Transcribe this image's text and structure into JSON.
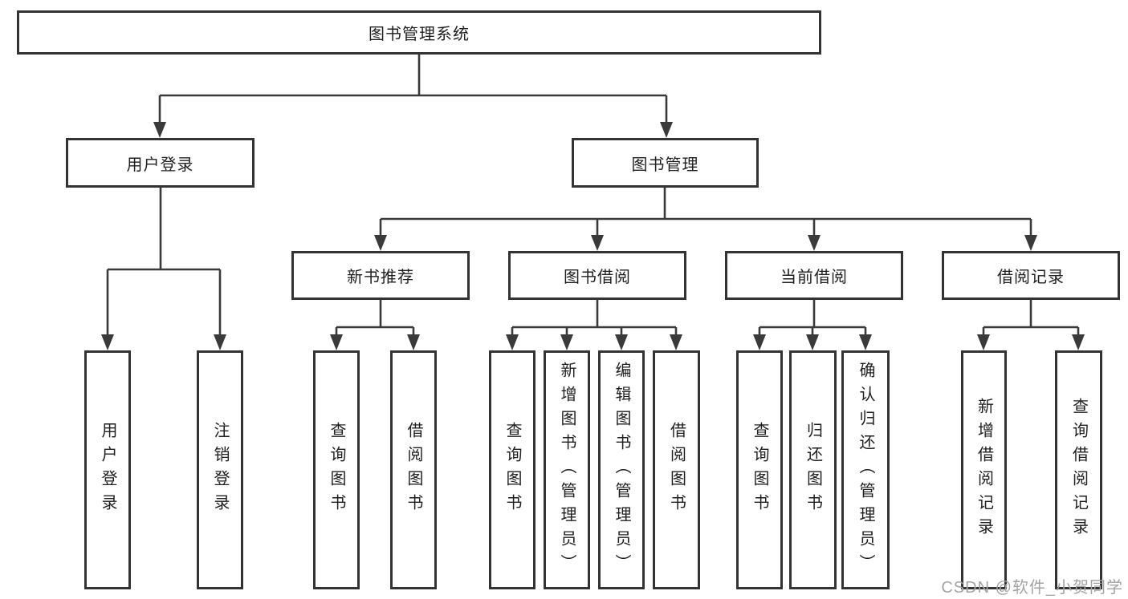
{
  "tree": {
    "label": "图书管理系统",
    "children": [
      {
        "label": "用户登录",
        "children": [
          {
            "label": "用户登录"
          },
          {
            "label": "注销登录"
          }
        ]
      },
      {
        "label": "图书管理",
        "children": [
          {
            "label": "新书推荐",
            "children": [
              {
                "label": "查询图书"
              },
              {
                "label": "借阅图书"
              }
            ]
          },
          {
            "label": "图书借阅",
            "children": [
              {
                "label": "查询图书"
              },
              {
                "label": "新增图书（管理员）"
              },
              {
                "label": "编辑图书（管理员）"
              },
              {
                "label": "借阅图书"
              }
            ]
          },
          {
            "label": "当前借阅",
            "children": [
              {
                "label": "查询图书"
              },
              {
                "label": "归还图书"
              },
              {
                "label": "确认归还（管理员）"
              }
            ]
          },
          {
            "label": "借阅记录",
            "children": [
              {
                "label": "新增借阅记录"
              },
              {
                "label": "查询借阅记录"
              }
            ]
          }
        ]
      }
    ]
  },
  "watermark": "CSDN @软件_小贺同学",
  "colors": {
    "line": "#3a3a3a",
    "border": "#333333",
    "text": "#1f1f1f",
    "watermark": "#a3a3a3",
    "bg": "#ffffff"
  }
}
